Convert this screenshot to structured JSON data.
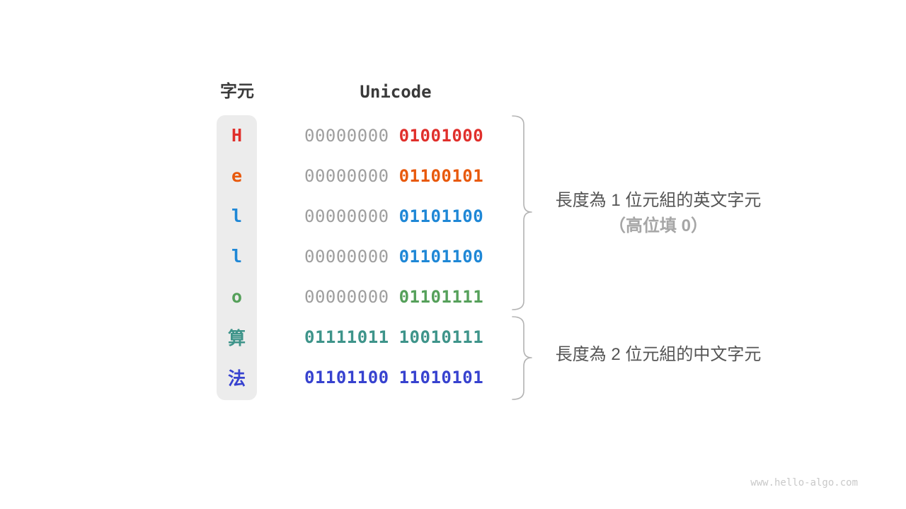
{
  "figure": {
    "headers": {
      "char": "字元",
      "unicode": "Unicode"
    },
    "rows": [
      {
        "char": "H",
        "byte1": "00000000",
        "byte2": "01001000",
        "color": "#e02f2b",
        "byte1_color": "#9e9e9e"
      },
      {
        "char": "e",
        "byte1": "00000000",
        "byte2": "01100101",
        "color": "#e8590c",
        "byte1_color": "#9e9e9e"
      },
      {
        "char": "l",
        "byte1": "00000000",
        "byte2": "01101100",
        "color": "#1e87d6",
        "byte1_color": "#9e9e9e"
      },
      {
        "char": "l",
        "byte1": "00000000",
        "byte2": "01101100",
        "color": "#1e87d6",
        "byte1_color": "#9e9e9e"
      },
      {
        "char": "o",
        "byte1": "00000000",
        "byte2": "01101111",
        "color": "#55a05a",
        "byte1_color": "#9e9e9e"
      },
      {
        "char": "算",
        "byte1": "01111011",
        "byte2": "10010111",
        "color": "#3e948a",
        "byte1_color": "#3e948a"
      },
      {
        "char": "法",
        "byte1": "01101100",
        "byte2": "11010101",
        "color": "#3742cf",
        "byte1_color": "#3742cf"
      }
    ],
    "annotations": {
      "english": {
        "line1": "長度為 1 位元組的英文字元",
        "line2": "（高位填 0）"
      },
      "chinese": {
        "line1": "長度為 2 位元組的中文字元"
      }
    },
    "watermark": "www.hello-algo.com",
    "colors": {
      "header_text": "#3a3a3a",
      "padding_zeros": "#9e9e9e",
      "pill_background": "#ececec",
      "brace": "#b3b3b3",
      "annotation_text": "#545454",
      "annotation_muted": "#a6a6a6",
      "watermark": "#c9c9c9"
    }
  }
}
